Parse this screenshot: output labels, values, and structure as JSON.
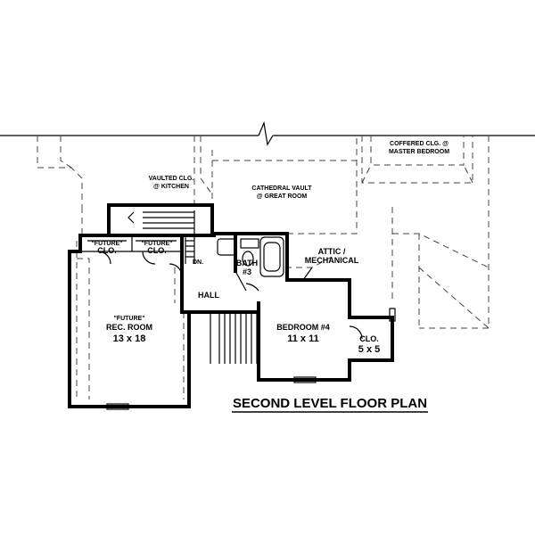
{
  "plan": {
    "title": "SECOND LEVEL FLOOR PLAN",
    "ceilings": {
      "vaulted_kitchen_1": "VAULTED CLG.",
      "vaulted_kitchen_2": "@ KITCHEN",
      "cathedral_1": "CATHEDRAL VAULT",
      "cathedral_2": "@ GREAT ROOM",
      "coffered_1": "COFFERED CLG. @",
      "coffered_2": "MASTER BEDROOM"
    },
    "rooms": {
      "future_clo_1_tag": "\"FUTURE\"",
      "future_clo_1_name": "CLO.",
      "future_clo_2_tag": "\"FUTURE\"",
      "future_clo_2_name": "CLO.",
      "rec_tag": "\"FUTURE\"",
      "rec_name": "REC. ROOM",
      "rec_size": "13 x 18",
      "stair_dn": "DN.",
      "hall": "HALL",
      "bath_name": "BATH",
      "bath_num": "#3",
      "attic_1": "ATTIC /",
      "attic_2": "MECHANICAL",
      "bedroom_name": "BEDROOM #4",
      "bedroom_size": "11 x 11",
      "clo_name": "CLO.",
      "clo_size": "5 x 5"
    }
  }
}
